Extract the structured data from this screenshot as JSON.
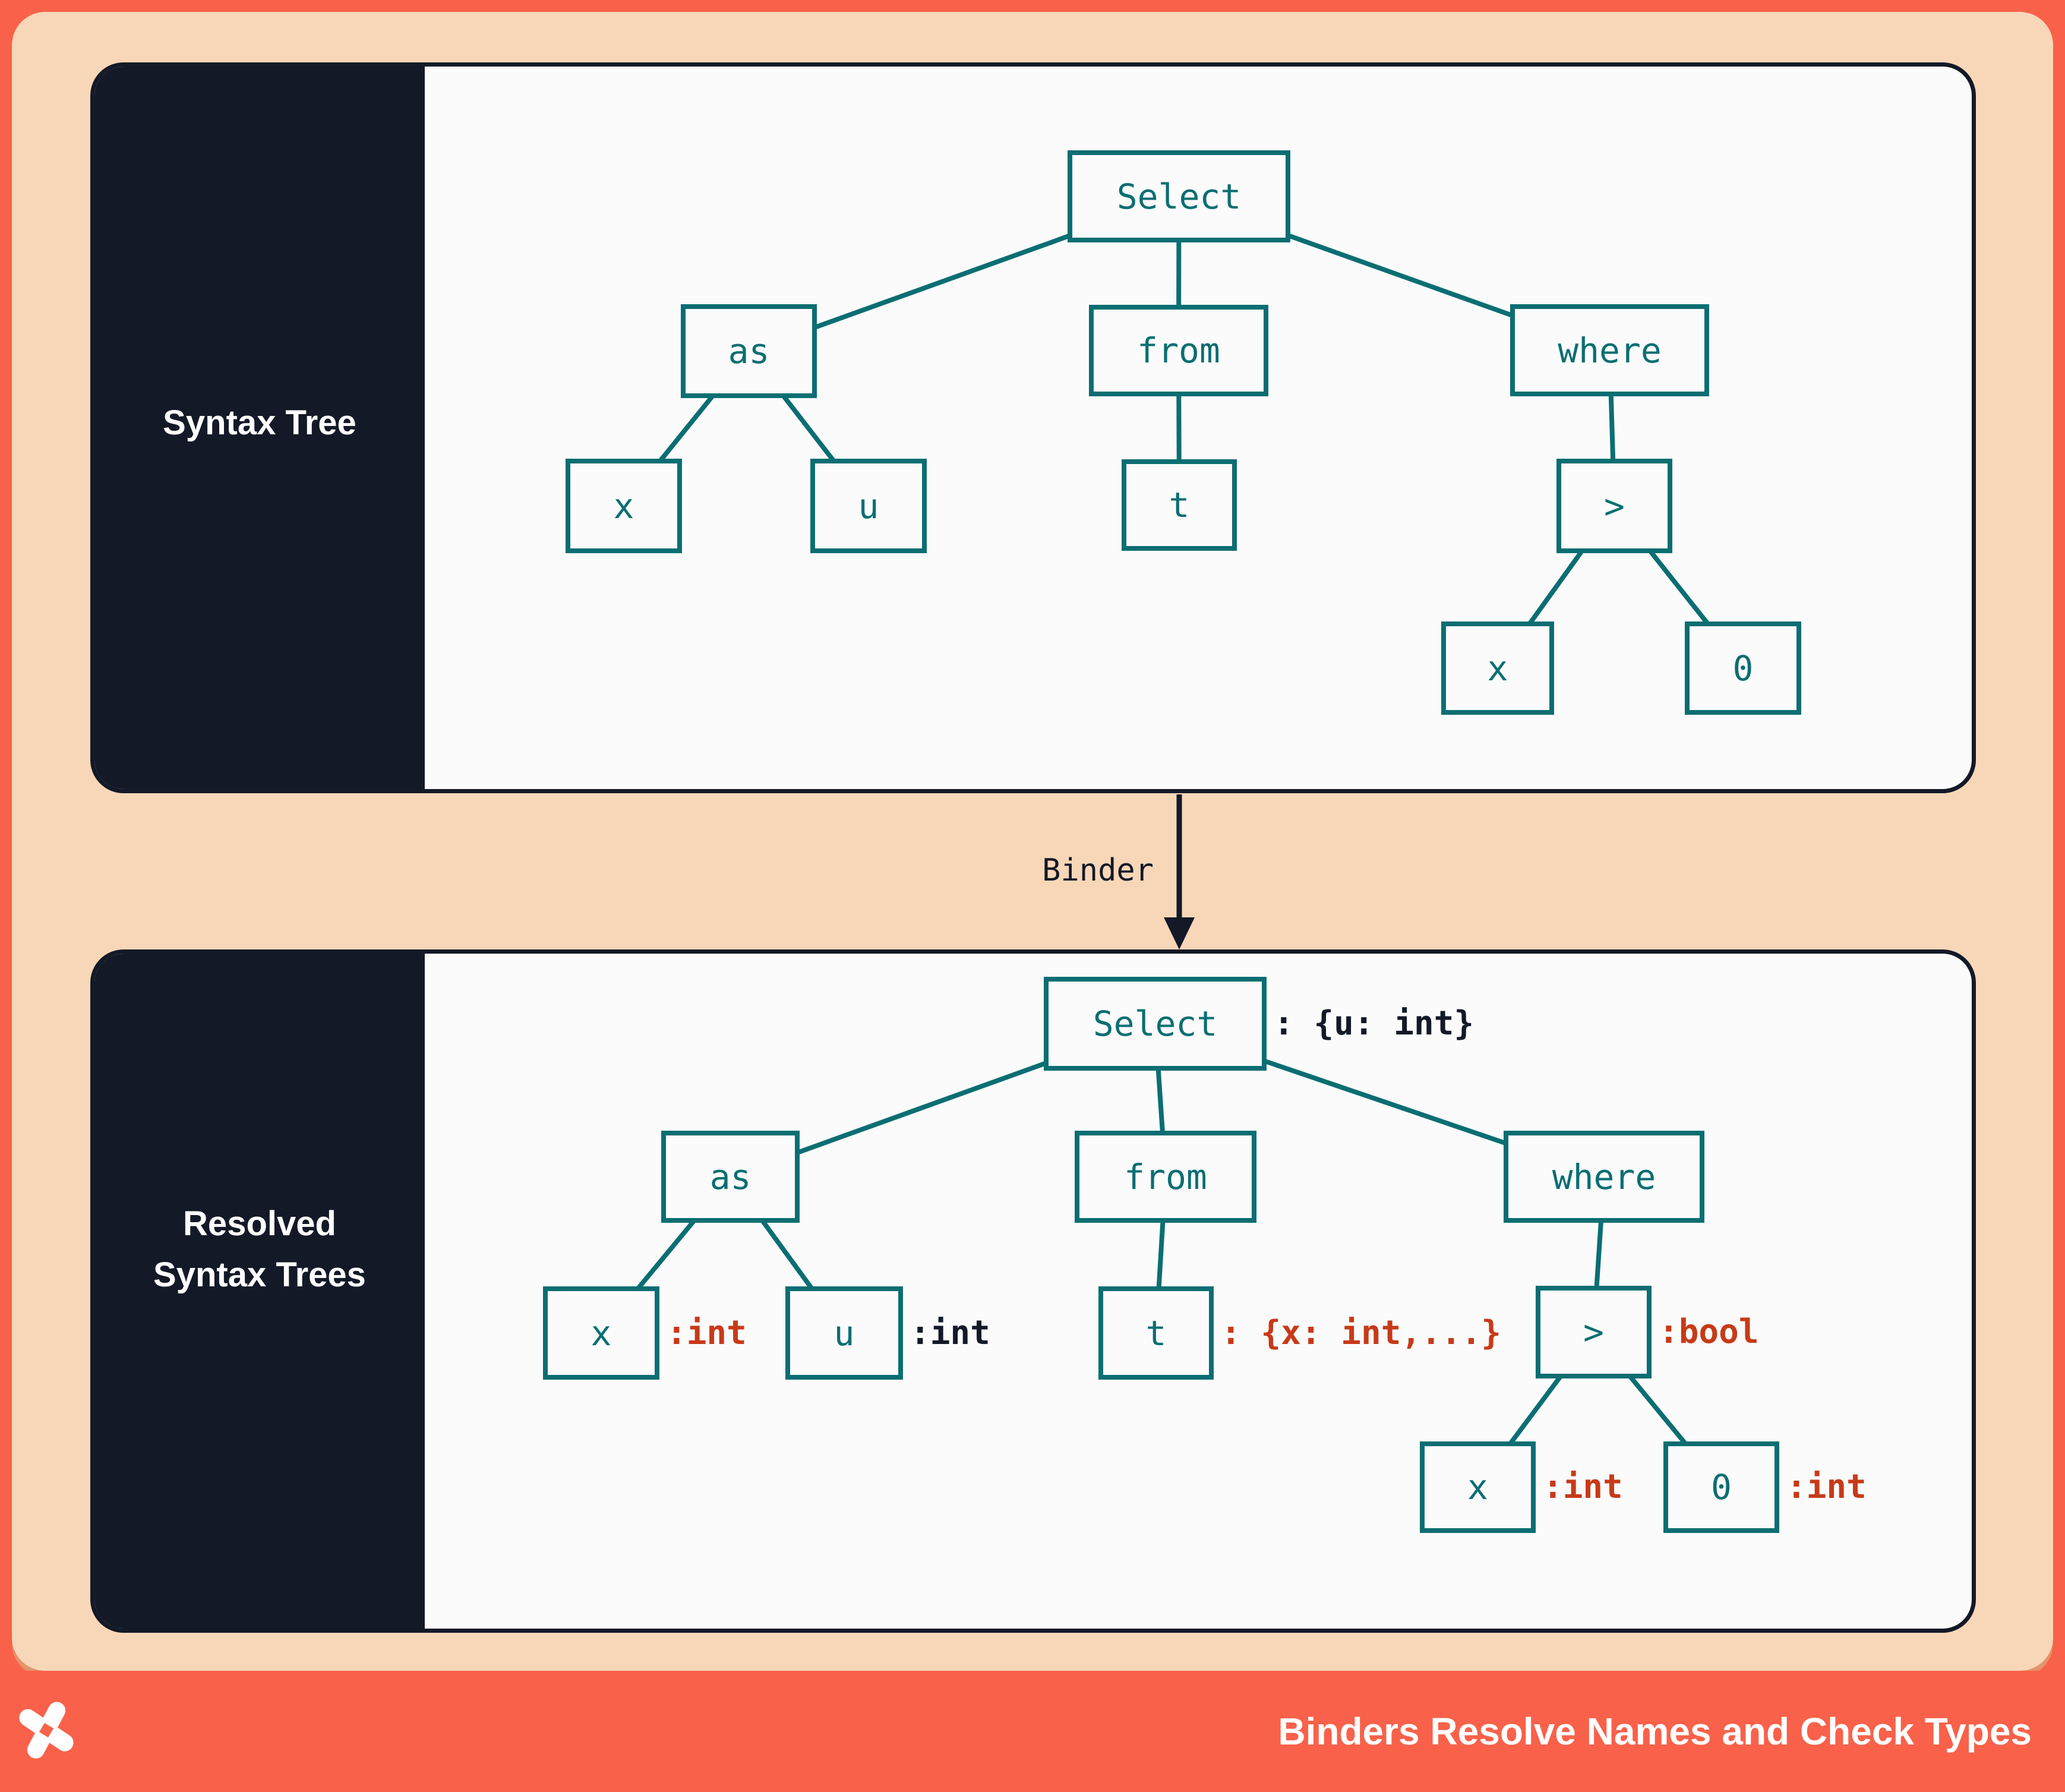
{
  "colors": {
    "orange": "#F9614A",
    "peach": "#F8D7B8",
    "navy": "#131927",
    "teal": "#0B6E72",
    "annotation_red": "#C73A18",
    "panel_bg": "#FBFBFC",
    "white": "#FFFFFF"
  },
  "panels": [
    {
      "id": "syntax_tree",
      "sidebar_label_lines": [
        "Syntax Tree"
      ]
    },
    {
      "id": "resolved_tree",
      "sidebar_label_lines": [
        "Resolved",
        "Syntax Trees"
      ]
    }
  ],
  "binder": {
    "label": "Binder"
  },
  "footer": {
    "title": "Binders Resolve Names and Check Types",
    "logo": "x-star-logo"
  },
  "diagram": {
    "syntax_tree": {
      "nodes": [
        {
          "id": "select",
          "label": "Select"
        },
        {
          "id": "as",
          "label": "as"
        },
        {
          "id": "from",
          "label": "from"
        },
        {
          "id": "where",
          "label": "where"
        },
        {
          "id": "x1",
          "label": "x"
        },
        {
          "id": "u",
          "label": "u"
        },
        {
          "id": "t",
          "label": "t"
        },
        {
          "id": "gt",
          "label": ">"
        },
        {
          "id": "x2",
          "label": "x"
        },
        {
          "id": "zero",
          "label": "0"
        }
      ],
      "edges": [
        [
          "select",
          "as"
        ],
        [
          "select",
          "from"
        ],
        [
          "select",
          "where"
        ],
        [
          "as",
          "x1"
        ],
        [
          "as",
          "u"
        ],
        [
          "from",
          "t"
        ],
        [
          "where",
          "gt"
        ],
        [
          "gt",
          "x2"
        ],
        [
          "gt",
          "zero"
        ]
      ]
    },
    "resolved_tree": {
      "nodes": [
        {
          "id": "select",
          "label": "Select",
          "annotation": ": {u: int}",
          "annotation_color": "navy"
        },
        {
          "id": "as",
          "label": "as"
        },
        {
          "id": "from",
          "label": "from"
        },
        {
          "id": "where",
          "label": "where"
        },
        {
          "id": "x1",
          "label": "x",
          "annotation": ":int",
          "annotation_color": "red"
        },
        {
          "id": "u",
          "label": "u",
          "annotation": ":int",
          "annotation_color": "navy"
        },
        {
          "id": "t",
          "label": "t",
          "annotation": ": {x: int,...}",
          "annotation_color": "red"
        },
        {
          "id": "gt",
          "label": ">",
          "annotation": ":bool",
          "annotation_color": "red"
        },
        {
          "id": "x2",
          "label": "x",
          "annotation": ":int",
          "annotation_color": "red"
        },
        {
          "id": "zero",
          "label": "0",
          "annotation": ":int",
          "annotation_color": "red"
        }
      ],
      "edges": [
        [
          "select",
          "as"
        ],
        [
          "select",
          "from"
        ],
        [
          "select",
          "where"
        ],
        [
          "as",
          "x1"
        ],
        [
          "as",
          "u"
        ],
        [
          "from",
          "t"
        ],
        [
          "where",
          "gt"
        ],
        [
          "gt",
          "x2"
        ],
        [
          "gt",
          "zero"
        ]
      ]
    }
  }
}
